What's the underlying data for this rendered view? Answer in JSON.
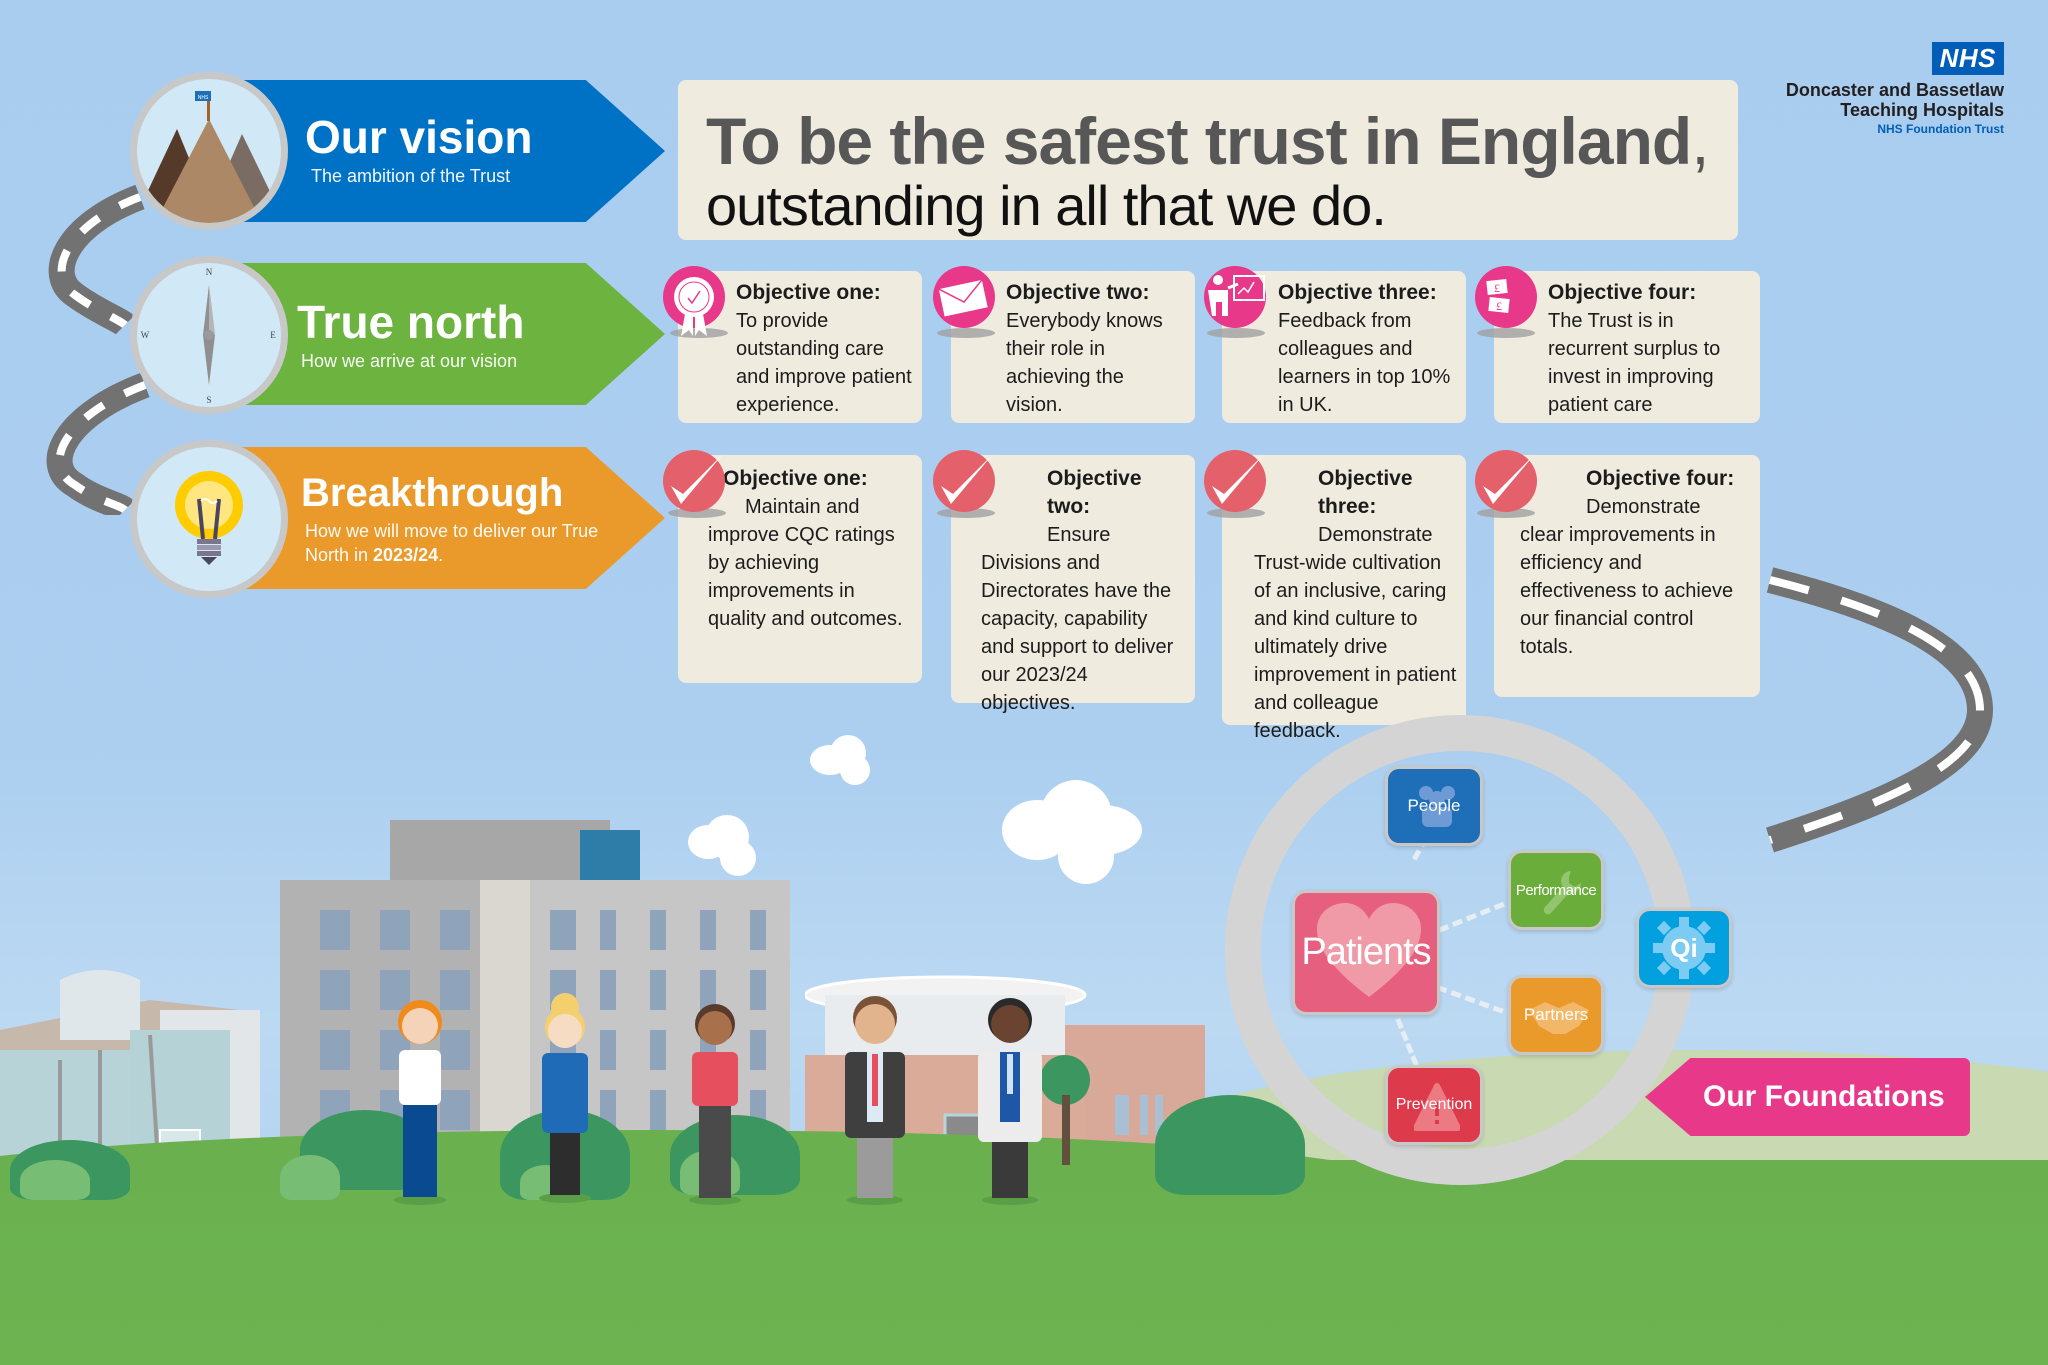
{
  "logo": {
    "badge": "NHS",
    "org_line1": "Doncaster and Bassetlaw",
    "org_line2": "Teaching Hospitals",
    "trust": "NHS Foundation Trust",
    "color": "#005eb8"
  },
  "levels": [
    {
      "title": "Our vision",
      "subtitle": "The ambition of the Trust",
      "color": "#0072c6",
      "icon": "mountain-flag-icon",
      "flag_text": "NHS"
    },
    {
      "title": "True north",
      "subtitle": "How we arrive at our vision",
      "color": "#6db33f",
      "icon": "compass-icon",
      "compass": [
        "N",
        "E",
        "S",
        "W"
      ]
    },
    {
      "title": "Breakthrough",
      "subtitle_pre": "How we will move to deliver our True North in ",
      "subtitle_bold": "2023/24",
      "subtitle_post": ".",
      "color": "#ea9a2a",
      "icon": "lightbulb-icon"
    }
  ],
  "vision": {
    "line1_bold": "To be the safest trust in England",
    "line1_tail": ",",
    "line2": "outstanding in all that we do."
  },
  "true_north_objectives": [
    {
      "title": "Objective one:",
      "text": "To provide outstanding care and improve patient experience.",
      "icon": "award-rosette-icon",
      "color": "#e8388a"
    },
    {
      "title": "Objective two:",
      "text": "Everybody knows their role in achieving the vision.",
      "icon": "envelope-icon",
      "color": "#e8388a"
    },
    {
      "title": "Objective three:",
      "text": "Feedback from colleagues and learners in top 10% in UK.",
      "icon": "presentation-chart-icon",
      "color": "#e8388a"
    },
    {
      "title": "Objective four:",
      "text": "The Trust is in recurrent surplus to invest in improving patient care",
      "icon": "pound-notes-icon",
      "color": "#e8388a"
    }
  ],
  "breakthrough_objectives": [
    {
      "title": "Objective one:",
      "text": "Maintain and improve CQC ratings by achieving improvements in quality and outcomes.",
      "icon": "checkmark-icon",
      "color": "#e4606a"
    },
    {
      "title": "Objective two:",
      "text": "Ensure Divisions and Directorates have the capacity, capability and support to deliver our 2023/24 objectives.",
      "icon": "checkmark-icon",
      "color": "#e4606a"
    },
    {
      "title": "Objective three:",
      "text": "Demonstrate Trust-wide cultivation of an inclusive, caring and kind culture to ultimately drive improvement in patient and colleague feedback.",
      "icon": "checkmark-icon",
      "color": "#e4606a"
    },
    {
      "title": "Objective four:",
      "text": "Demonstrate clear improvements in efficiency and effectiveness to achieve our financial control totals.",
      "icon": "checkmark-icon",
      "color": "#e4606a"
    }
  ],
  "foundations": {
    "label": "Our Foundations",
    "label_color": "#e8388a",
    "center": {
      "label": "Patients",
      "color": "#e75f7e",
      "icon": "heart-icon"
    },
    "pillars": [
      {
        "label": "People",
        "color": "#1f6fb8",
        "icon": "people-group-icon"
      },
      {
        "label": "Performance",
        "color": "#6aad3a",
        "icon": "wrench-icon"
      },
      {
        "label": "Partners",
        "color": "#e99a2a",
        "icon": "handshake-icon"
      },
      {
        "label": "Prevention",
        "color": "#dd3a4c",
        "icon": "warning-triangle-icon"
      }
    ],
    "qi": {
      "label": "Qi",
      "color": "#03a0e0",
      "icon": "qi-gear-icon"
    }
  }
}
